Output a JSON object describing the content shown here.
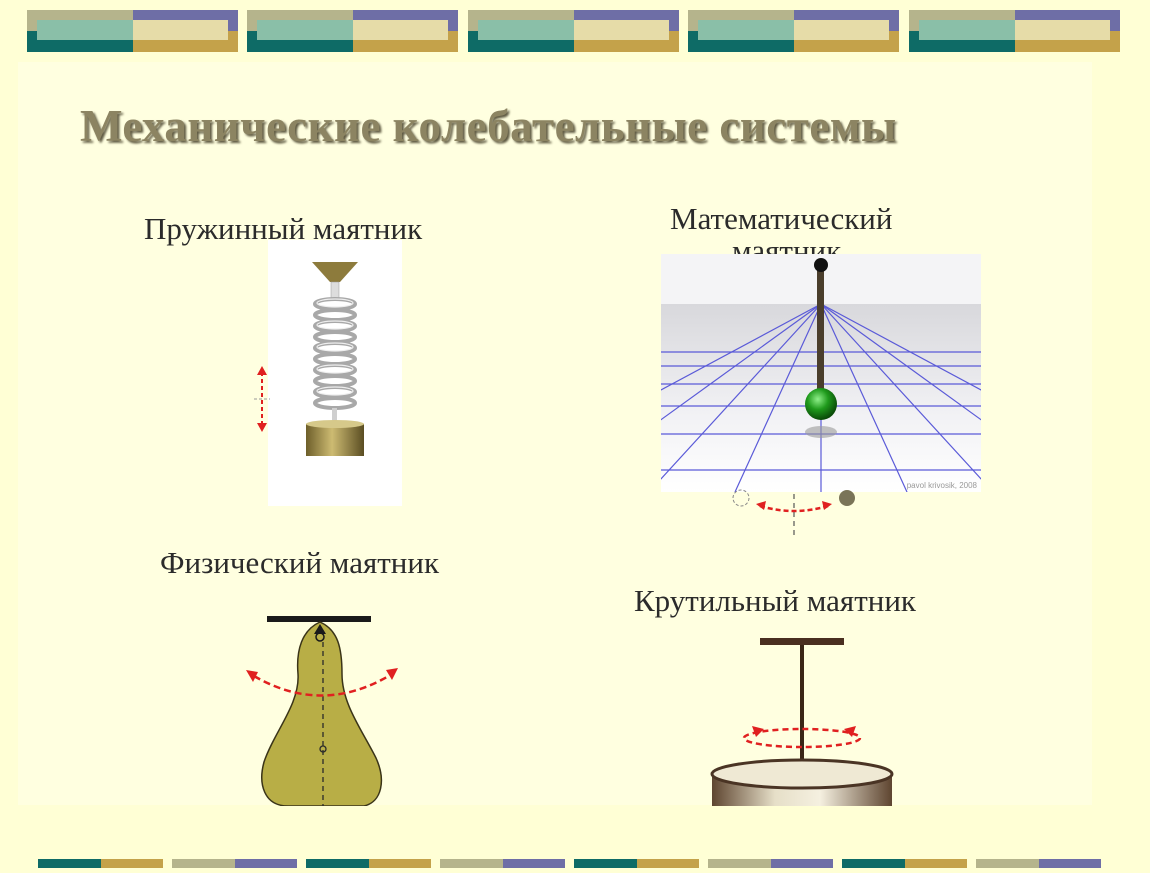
{
  "slide": {
    "title": "Механические колебательные системы",
    "spring_label": "Пружинный маятник",
    "math_label_line1": "Математический",
    "math_label_line2": "маятник",
    "physical_label": "Физический маятник",
    "torsion_label": "Крутильный маятник",
    "animation_credit": "pavol krivosik, 2008"
  },
  "icons": {
    "spring": "spring-pendulum-icon",
    "math": "mathematical-pendulum-icon",
    "physical": "physical-pendulum-icon",
    "torsion": "torsion-pendulum-icon"
  },
  "colors": {
    "background": "#FFFFD5",
    "teal": "#0E6B66",
    "mint": "#8ABFA8",
    "olive": "#B5B48C",
    "purple": "#6E6EA6",
    "gold": "#C4A24A",
    "title": "#8C8462",
    "arrow_red": "#E02020"
  }
}
